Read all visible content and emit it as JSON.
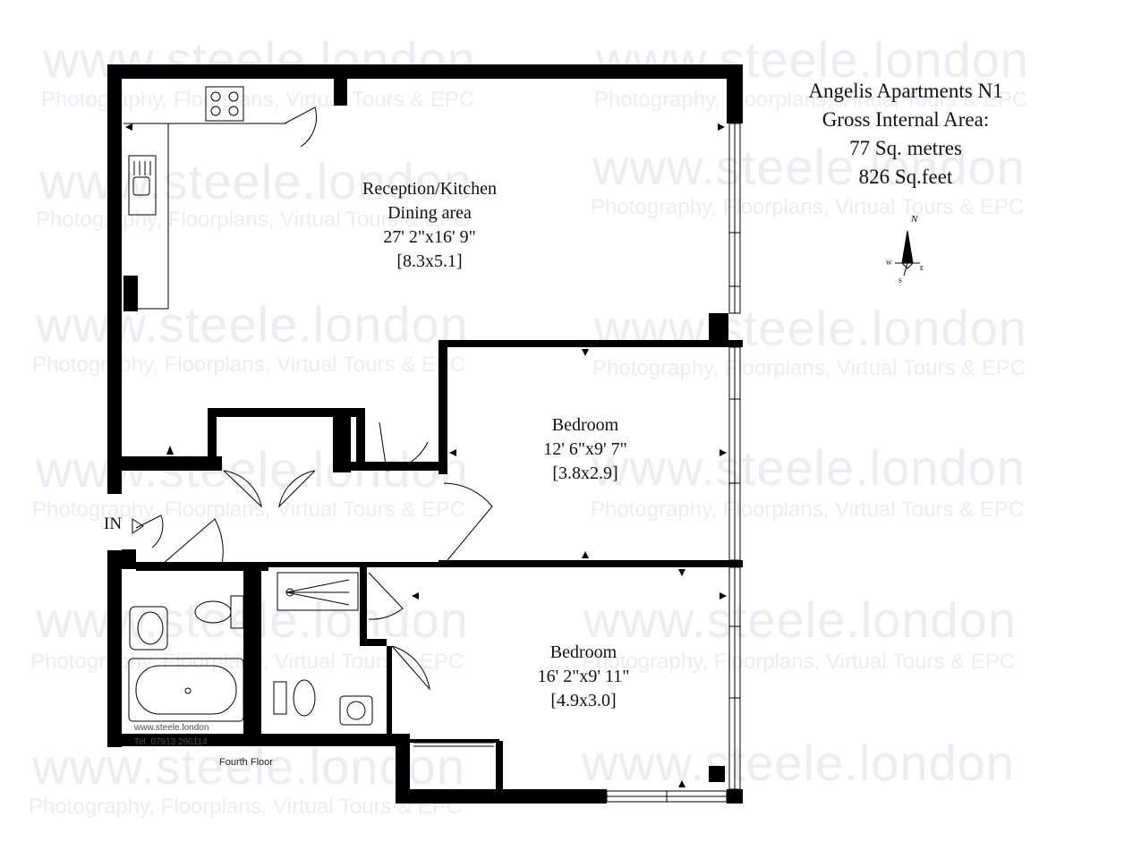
{
  "watermark": {
    "url": "www.steele.london",
    "tagline": "Photography, Floorplans, Virtual Tours & EPC"
  },
  "property": {
    "name": "Angelis Apartments N1",
    "area_label": "Gross Internal Area:",
    "area_metric": "77 Sq. metres",
    "area_imperial": "826 Sq.feet"
  },
  "rooms": [
    {
      "name": "Reception/Kitchen",
      "name_line2": "Dining area",
      "size_imperial": "27' 2\"x16' 9\"",
      "size_metric": "[8.3x5.1]"
    },
    {
      "name": "Bedroom",
      "size_imperial": "12' 6\"x9' 7\"",
      "size_metric": "[3.8x2.9]"
    },
    {
      "name": "Bedroom",
      "size_imperial": "16' 2\"x9' 11\"",
      "size_metric": "[4.9x3.0]"
    }
  ],
  "entrance_label": "IN",
  "floor_label": "Fourth Floor",
  "contact": {
    "website": "www.steele.london",
    "phone": "Tel: 07913 296114"
  },
  "compass": {
    "n": "N",
    "s": "S",
    "e": "E",
    "w": "W"
  },
  "colors": {
    "wall": "#000000",
    "watermark": "#ececf2",
    "background": "#ffffff"
  }
}
